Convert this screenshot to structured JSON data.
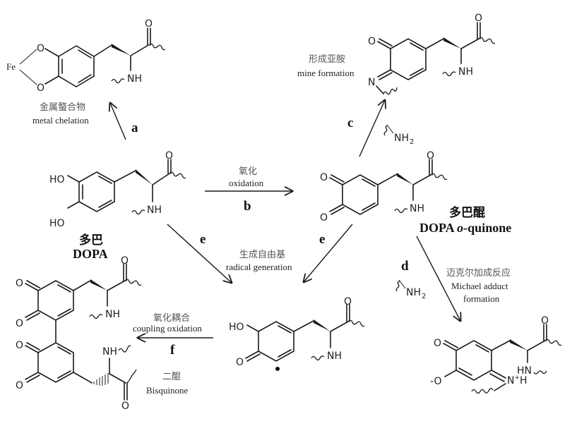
{
  "figure": {
    "title": "DOPA reaction pathways",
    "colors": {
      "ink": "#1a1a1a",
      "chinese_label": "#555555",
      "background": "#ffffff"
    }
  },
  "compounds": {
    "dopa": {
      "name_zh": "多巴",
      "name_en": "DOPA",
      "atoms": {
        "oh_top": "HO",
        "oh_bottom": "HO",
        "carbonyl_o": "O",
        "amine": "NH"
      }
    },
    "quinone": {
      "name_zh": "多巴醌",
      "name_en_prefix": "DOPA ",
      "name_en_italic": "o",
      "name_en_suffix": "-quinone",
      "atoms": {
        "o_top": "O",
        "o_bottom": "O",
        "carbonyl_o": "O",
        "amine": "NH"
      }
    },
    "fe_complex": {
      "atoms": {
        "fe": "Fe",
        "o_top": "O",
        "o_bottom": "O",
        "carbonyl_o": "O",
        "amine": "NH"
      }
    },
    "imine": {
      "atoms": {
        "o_ring": "O",
        "n_imine": "N",
        "carbonyl_o": "O",
        "amine": "NH"
      }
    },
    "radical": {
      "atoms": {
        "ho": "HO",
        "o_ring": "O",
        "carbonyl_o": "O",
        "amine": "NH"
      }
    },
    "michael_adduct": {
      "atoms": {
        "o_ring": "O",
        "o_minus": "-O",
        "n_plus": "N",
        "n_plus_charge": "+",
        "n_plus_h": "H",
        "hn": "HN",
        "carbonyl_o": "O"
      }
    },
    "bisquinone": {
      "name_zh": "二醌",
      "name_en": "Bisquinone",
      "atoms": {
        "o1": "O",
        "o2": "O",
        "o3": "O",
        "o4": "O",
        "carbonyl_top": "O",
        "carbonyl_bottom": "O",
        "nh_top": "NH",
        "nh_bottom": "NH"
      }
    }
  },
  "reagents": {
    "amine_c": {
      "label": "NH",
      "sub": "2"
    },
    "amine_d": {
      "label": "NH",
      "sub": "2"
    }
  },
  "reactions": {
    "a": {
      "step": "a",
      "label_zh": "金属螯合物",
      "label_en": "metal chelation"
    },
    "b": {
      "step": "b",
      "label_zh": "氧化",
      "label_en": "oxidation"
    },
    "c": {
      "step": "c",
      "label_zh": "形成亚胺",
      "label_en": "mine formation"
    },
    "d": {
      "step": "d",
      "label_zh": "迈克尔加成反应",
      "label_en_line1": "Michael adduct",
      "label_en_line2": "formation"
    },
    "e": {
      "step": "e",
      "label_zh": "生成自由基",
      "label_en": "radical generation"
    },
    "f": {
      "step": "f",
      "label_zh": "氧化耦合",
      "label_en": "coupling  oxidation"
    }
  }
}
